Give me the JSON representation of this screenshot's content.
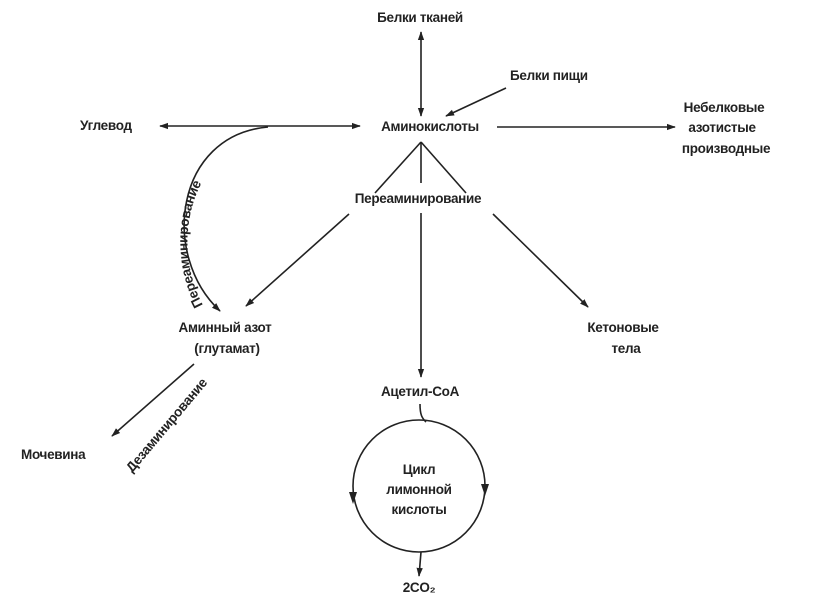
{
  "nodes": {
    "tissue_proteins": "Белки тканей",
    "food_proteins": "Белки пищи",
    "amino_acids": "Аминокислоты",
    "carbohydrate": "Углевод",
    "nonprotein_line1": "Небелковые",
    "nonprotein_line2": "азотистые",
    "nonprotein_line3": "производные",
    "transamination_center": "Переаминирование",
    "transamination_curve": "Переаминирование",
    "amine_nitrogen_line1": "Аминный азот",
    "amine_nitrogen_line2": "(глутамат)",
    "ketone_line1": "Кетоновые",
    "ketone_line2": "тела",
    "acetyl_coa": "Ацетил-CoA",
    "cycle_line1": "Цикл",
    "cycle_line2": "лимонной",
    "cycle_line3": "кислоты",
    "co2": "2CO₂",
    "deamination": "Дезаминирование",
    "urea": "Мочевина"
  }
}
